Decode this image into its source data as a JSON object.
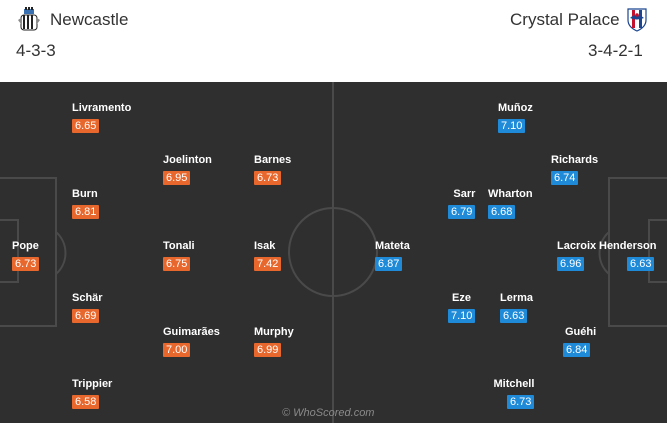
{
  "home_team": {
    "name": "Newcastle",
    "formation": "4-3-3",
    "crest_icon": "newcastle-crest-icon",
    "rating_color": "#e8672d"
  },
  "away_team": {
    "name": "Crystal Palace",
    "formation": "3-4-2-1",
    "crest_icon": "crystal-palace-crest-icon",
    "rating_color": "#1f8ad8"
  },
  "home_players": [
    {
      "name": "Livramento",
      "rating": "6.65"
    },
    {
      "name": "Joelinton",
      "rating": "6.95"
    },
    {
      "name": "Barnes",
      "rating": "6.73"
    },
    {
      "name": "Burn",
      "rating": "6.81"
    },
    {
      "name": "Pope",
      "rating": "6.73"
    },
    {
      "name": "Tonali",
      "rating": "6.75"
    },
    {
      "name": "Isak",
      "rating": "7.42"
    },
    {
      "name": "Schär",
      "rating": "6.69"
    },
    {
      "name": "Guimarães",
      "rating": "7.00"
    },
    {
      "name": "Murphy",
      "rating": "6.99"
    },
    {
      "name": "Trippier",
      "rating": "6.58"
    }
  ],
  "away_players": [
    {
      "name": "Muñoz",
      "rating": "7.10"
    },
    {
      "name": "Richards",
      "rating": "6.74"
    },
    {
      "name": "Sarr",
      "rating": "6.79"
    },
    {
      "name": "Wharton",
      "rating": "6.68"
    },
    {
      "name": "Mateta",
      "rating": "6.87"
    },
    {
      "name": "Lacroix",
      "rating": "6.96"
    },
    {
      "name": "Henderson",
      "rating": "6.63"
    },
    {
      "name": "Eze",
      "rating": "7.10"
    },
    {
      "name": "Lerma",
      "rating": "6.63"
    },
    {
      "name": "Guéhi",
      "rating": "6.84"
    },
    {
      "name": "Mitchell",
      "rating": "6.73"
    }
  ],
  "watermark": "© WhoScored.com"
}
